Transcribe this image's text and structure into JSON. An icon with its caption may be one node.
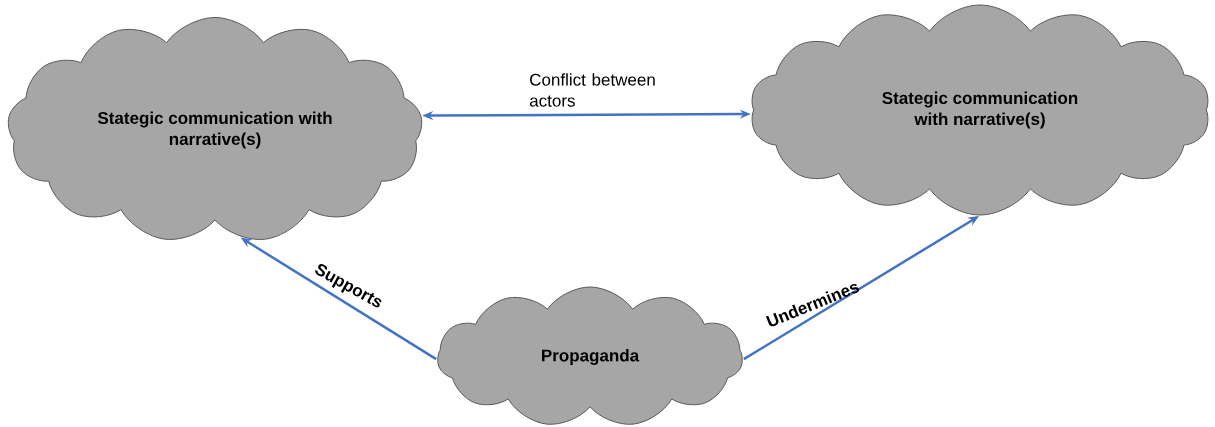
{
  "diagram": {
    "nodes": [
      {
        "text": [
          "Stategic communication with narrative(s)"
        ]
      },
      {
        "text": [
          "Stategic communication with narrative(s)"
        ]
      },
      {
        "text": [
          "Propaganda"
        ]
      }
    ],
    "edges": [
      {
        "from": 0,
        "to": 1,
        "arrow": "both",
        "label": "Conflict between actors"
      },
      {
        "from": 2,
        "to": 0,
        "arrow": "to",
        "label": "Supports"
      },
      {
        "from": 2,
        "to": 1,
        "arrow": "to",
        "label": "Undermines"
      }
    ]
  }
}
